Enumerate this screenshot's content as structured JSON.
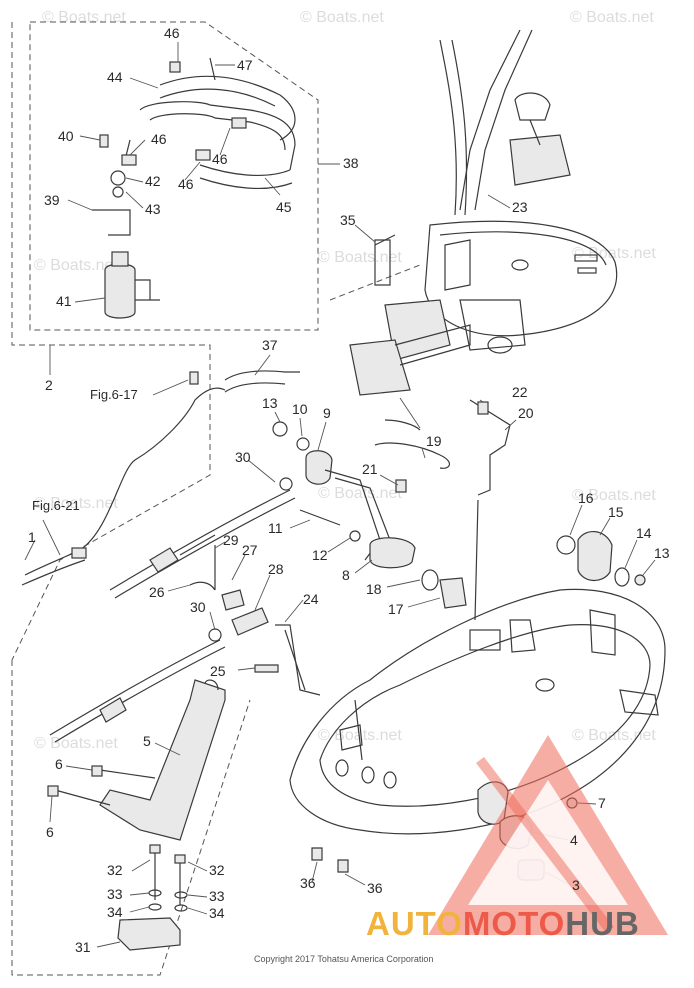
{
  "watermark": {
    "text": "© Boats.net"
  },
  "copyright": "Copyright 2017 Tohatsu America Corporation",
  "logo": {
    "auto": "AUTO",
    "moto": "MOTO",
    "hub": "HUB",
    "colors": {
      "auto": "#f2b33d",
      "moto": "#ee5a4a",
      "hub": "#666666"
    }
  },
  "references": {
    "fig_6_17": "Fig.6-17",
    "fig_6_21": "Fig.6-21"
  },
  "callouts": {
    "p1": "1",
    "p2": "2",
    "p3": "3",
    "p4": "4",
    "p5": "5",
    "p6a": "6",
    "p6b": "6",
    "p7": "7",
    "p8": "8",
    "p9": "9",
    "p10": "10",
    "p11": "11",
    "p12": "12",
    "p13a": "13",
    "p13b": "13",
    "p14": "14",
    "p15": "15",
    "p16": "16",
    "p17": "17",
    "p18": "18",
    "p19": "19",
    "p20": "20",
    "p21": "21",
    "p22": "22",
    "p23": "23",
    "p24": "24",
    "p25": "25",
    "p26": "26",
    "p27": "27",
    "p28": "28",
    "p29": "29",
    "p30a": "30",
    "p30b": "30",
    "p31": "31",
    "p32a": "32",
    "p32b": "32",
    "p33a": "33",
    "p33b": "33",
    "p34a": "34",
    "p34b": "34",
    "p35": "35",
    "p36a": "36",
    "p36b": "36",
    "p37": "37",
    "p38": "38",
    "p39": "39",
    "p40": "40",
    "p41": "41",
    "p42": "42",
    "p43": "43",
    "p44": "44",
    "p45": "45",
    "p46a": "46",
    "p46b": "46",
    "p46c": "46",
    "p46d": "46",
    "p47": "47"
  }
}
